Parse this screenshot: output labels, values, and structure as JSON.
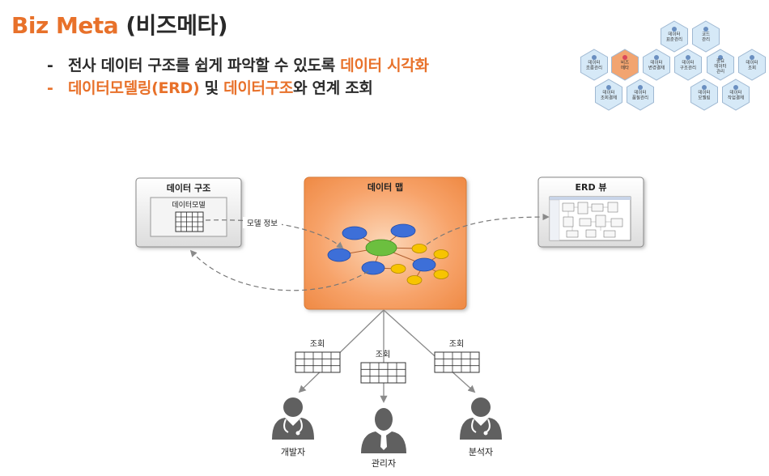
{
  "title": {
    "accent": "Biz Meta",
    "rest": " (비즈메타)"
  },
  "bullets": [
    {
      "dash": "-",
      "parts": [
        "전사 데이터 구조를 쉽게 파악할 수 있도록 ",
        "데이터 시각화"
      ]
    },
    {
      "dash": "-",
      "parts": [
        "데이터모델링(ERD)",
        " 및 ",
        "데이터구조",
        "와 연계 조회"
      ]
    }
  ],
  "hex_menu": [
    {
      "label": [
        "데이터",
        "표준관리"
      ],
      "icon": "compass-icon",
      "color": "#d6e9f7"
    },
    {
      "label": [
        "코드",
        "관리"
      ],
      "icon": "code-icon",
      "color": "#d6e9f7"
    },
    {
      "label": [
        "데이터",
        "흐름관리"
      ],
      "icon": "flow-icon",
      "color": "#d6e9f7"
    },
    {
      "label": [
        "비즈",
        "메타"
      ],
      "icon": "network-icon",
      "color": "#f2a470"
    },
    {
      "label": [
        "데이터",
        "변경결재"
      ],
      "icon": "approval-icon",
      "color": "#d6e9f7"
    },
    {
      "label": [
        "데이터",
        "구조관리"
      ],
      "icon": "structure-icon",
      "color": "#d6e9f7"
    },
    {
      "label": [
        "중요",
        "데이터",
        "관리"
      ],
      "icon": "shield-icon",
      "color": "#d6e9f7"
    },
    {
      "label": [
        "데이터",
        "조회"
      ],
      "icon": "search-icon",
      "color": "#d6e9f7"
    },
    {
      "label": [
        "데이터",
        "조회결재"
      ],
      "icon": "document-icon",
      "color": "#d6e9f7"
    },
    {
      "label": [
        "데이터",
        "품질관리"
      ],
      "icon": "quality-icon",
      "color": "#d6e9f7"
    },
    {
      "label": [
        "데이터",
        "모델링"
      ],
      "icon": "model-icon",
      "color": "#d6e9f7"
    },
    {
      "label": [
        "데이터",
        "작업결재"
      ],
      "icon": "task-icon",
      "color": "#d6e9f7"
    }
  ],
  "diagram": {
    "data_structure": {
      "title": "데이터 구조",
      "inner_title": "데이터모델"
    },
    "data_map": {
      "title": "데이터 맵"
    },
    "erd_view": {
      "title": "ERD 뷰"
    },
    "edge_label": "모델 정보",
    "queries": [
      "조회",
      "조회",
      "조회"
    ],
    "users": [
      "개발자",
      "관리자",
      "분석자"
    ]
  },
  "colors": {
    "accent": "#e8712a",
    "map_fill": "#f7a36a",
    "node_blue": "#3d6fd8",
    "node_green": "#6cbf3f",
    "node_yellow": "#f7c400"
  }
}
